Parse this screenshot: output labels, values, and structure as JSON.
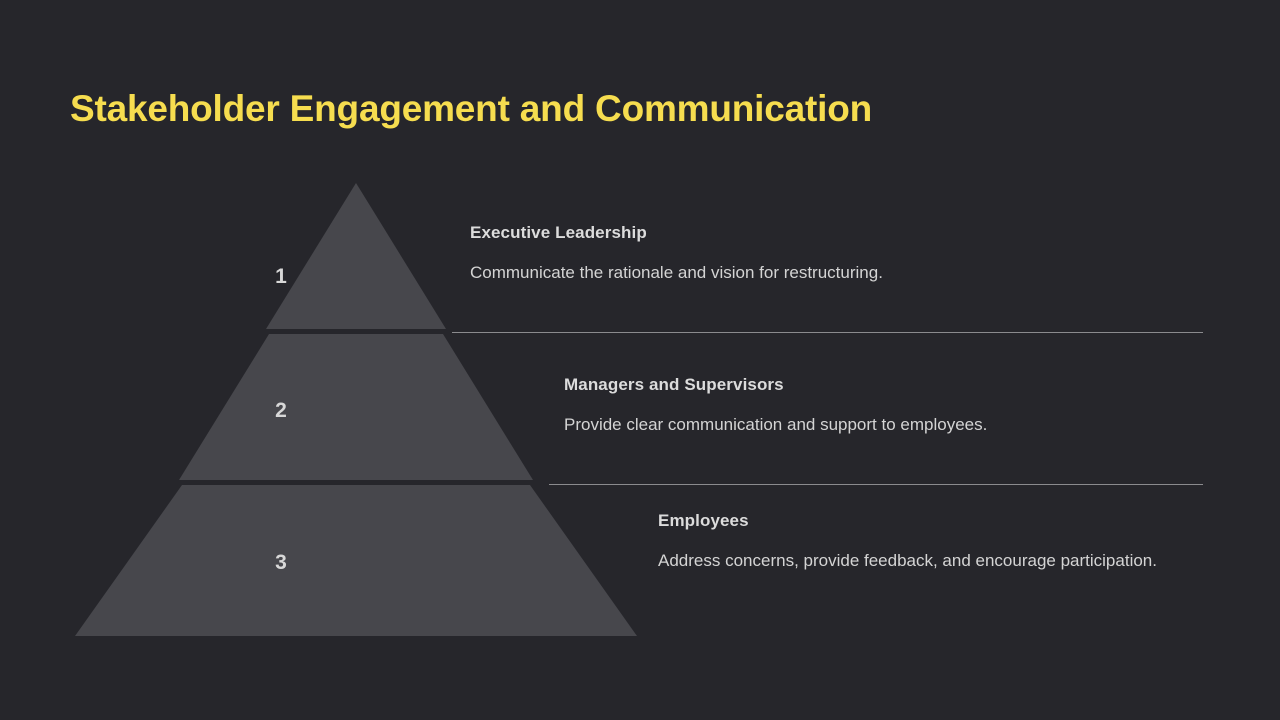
{
  "slide": {
    "title": "Stakeholder Engagement and Communication",
    "background_color": "#26262b",
    "title_color": "#f6dd4f"
  },
  "pyramid": {
    "shape": "triangle",
    "tier_color": "#47474c",
    "number_color": "#d8d8d8",
    "tiers": [
      {
        "number": "1",
        "heading": "Executive Leadership",
        "description": "Communicate the rationale and vision for restructuring."
      },
      {
        "number": "2",
        "heading": "Managers and Supervisors",
        "description": "Provide clear communication and support to employees."
      },
      {
        "number": "3",
        "heading": "Employees",
        "description": "Address concerns, provide feedback, and encourage participation."
      }
    ]
  },
  "dividers": {
    "color": "#8b8b8e",
    "count": 2
  }
}
